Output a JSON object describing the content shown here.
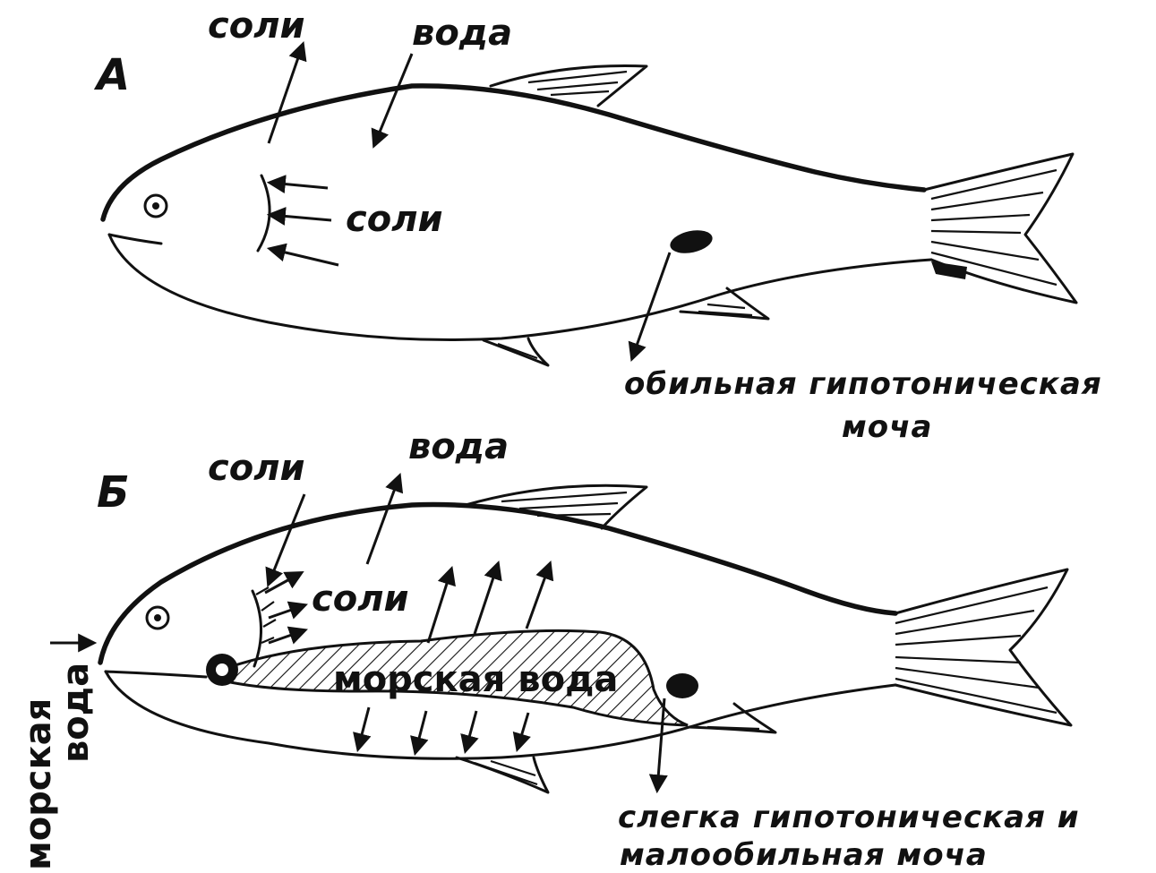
{
  "fish_a": {
    "label": "А",
    "salts_out": "соли",
    "water_in": "вода",
    "gill_salts": "соли",
    "urine": [
      "обильная гипотоническая",
      "моча"
    ]
  },
  "fish_b": {
    "label": "Б",
    "salts_in": "соли",
    "water_out": "вода",
    "gill_salts": "соли",
    "gut_content": "морская вода",
    "intake": [
      "морская",
      "вода"
    ],
    "urine": [
      "слегка гипотоническая и",
      "малообильная моча"
    ]
  },
  "colors": {
    "ink": "#111111",
    "paper": "#ffffff"
  }
}
